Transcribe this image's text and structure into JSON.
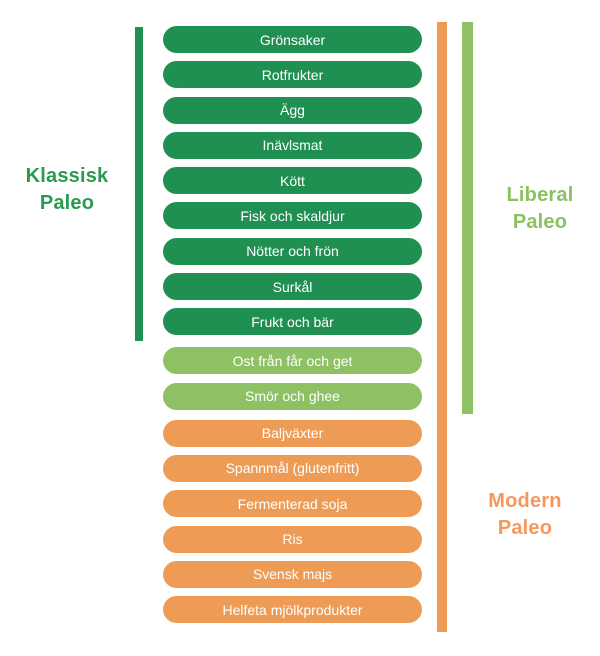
{
  "colors": {
    "background": "#FFFFFF",
    "dark_green": "#1F9051",
    "light_green": "#8DC163",
    "orange": "#EE9C55",
    "label_dark_green": "#2B9A4E",
    "label_light_green": "#8CC163",
    "label_orange": "#F8975A",
    "pill_text": "#FFFFFF"
  },
  "side_labels": {
    "klassisk": {
      "line1": "Klassisk",
      "line2": "Paleo"
    },
    "liberal": {
      "line1": "Liberal",
      "line2": "Paleo"
    },
    "modern": {
      "line1": "Modern",
      "line2": "Paleo"
    }
  },
  "pills": [
    {
      "label": "Grönsaker",
      "group": "klassisk"
    },
    {
      "label": "Rotfrukter",
      "group": "klassisk"
    },
    {
      "label": "Ägg",
      "group": "klassisk"
    },
    {
      "label": "Inävlsmat",
      "group": "klassisk"
    },
    {
      "label": "Kött",
      "group": "klassisk"
    },
    {
      "label": "Fisk och skaldjur",
      "group": "klassisk"
    },
    {
      "label": "Nötter och frön",
      "group": "klassisk"
    },
    {
      "label": "Surkål",
      "group": "klassisk"
    },
    {
      "label": "Frukt och bär",
      "group": "klassisk"
    },
    {
      "label": "Ost från får och get",
      "group": "liberal"
    },
    {
      "label": "Smör och ghee",
      "group": "liberal"
    },
    {
      "label": "Baljväxter",
      "group": "modern"
    },
    {
      "label": "Spannmål (glutenfritt)",
      "group": "modern"
    },
    {
      "label": "Fermenterad soja",
      "group": "modern"
    },
    {
      "label": "Ris",
      "group": "modern"
    },
    {
      "label": "Svensk majs",
      "group": "modern"
    },
    {
      "label": "Helfeta mjölkprodukter",
      "group": "modern"
    }
  ]
}
